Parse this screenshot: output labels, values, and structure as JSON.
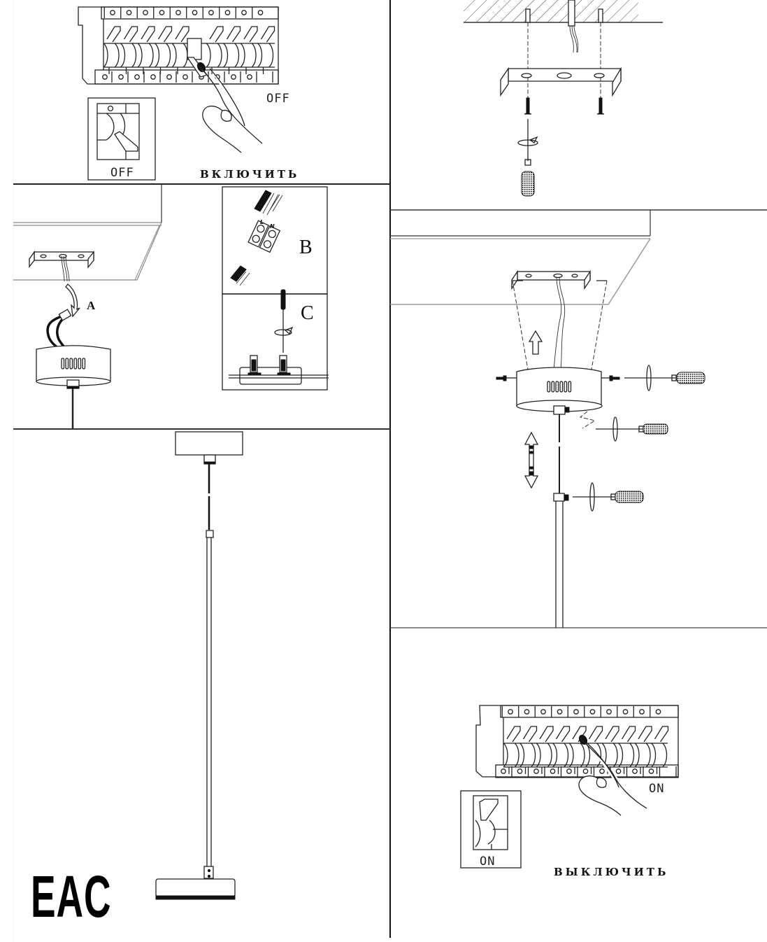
{
  "document": {
    "type": "installation_instructions",
    "language": "ru"
  },
  "panels": {
    "power_off": {
      "switch_state_label": "OFF",
      "inset_switch_label": "OFF",
      "action_label": "ВКЛЮЧИТЬ"
    },
    "mount_bracket": {
      "description": "ceiling bracket fixed with dowels and screws"
    },
    "wiring": {
      "step_a_label": "A",
      "step_b_label": "B",
      "step_c_label": "C",
      "wire_live_label": "L",
      "wire_neutral_label": "N"
    },
    "attach_canopy": {
      "description": "canopy raised onto bracket and fixed with side screws; height adjustment"
    },
    "assembled_fixture": {
      "description": "pendant lamp on rod"
    },
    "power_on": {
      "switch_state_label": "ON",
      "inset_switch_label": "ON",
      "action_label": "ВЫКЛЮЧИТЬ"
    }
  },
  "certification_mark": "EAC",
  "colors": {
    "line": "#222222",
    "background": "#ffffff"
  }
}
